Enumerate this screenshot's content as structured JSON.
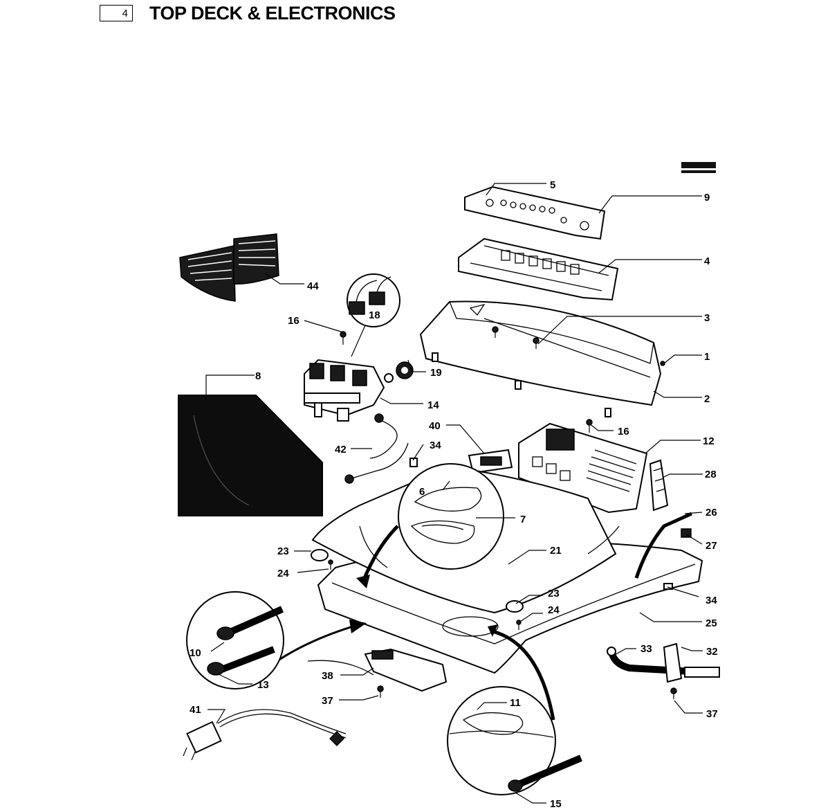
{
  "header": {
    "section_number": "4",
    "title": "TOP DECK & ELECTRONICS"
  },
  "callouts": {
    "c1": "1",
    "c2": "2",
    "c3": "3",
    "c4": "4",
    "c5": "5",
    "c6": "6",
    "c7": "7",
    "c8": "8",
    "c9": "9",
    "c10": "10",
    "c11": "11",
    "c12": "12",
    "c13": "13",
    "c14": "14",
    "c15": "15",
    "c16a": "16",
    "c16b": "16",
    "c18": "18",
    "c19": "19",
    "c21": "21",
    "c23a": "23",
    "c23b": "23",
    "c24a": "24",
    "c24b": "24",
    "c25": "25",
    "c26": "26",
    "c27": "27",
    "c28": "28",
    "c32": "32",
    "c33": "33",
    "c34a": "34",
    "c34b": "34",
    "c37a": "37",
    "c37b": "37",
    "c38": "38",
    "c40": "40",
    "c41": "41",
    "c42": "42",
    "c44": "44"
  }
}
